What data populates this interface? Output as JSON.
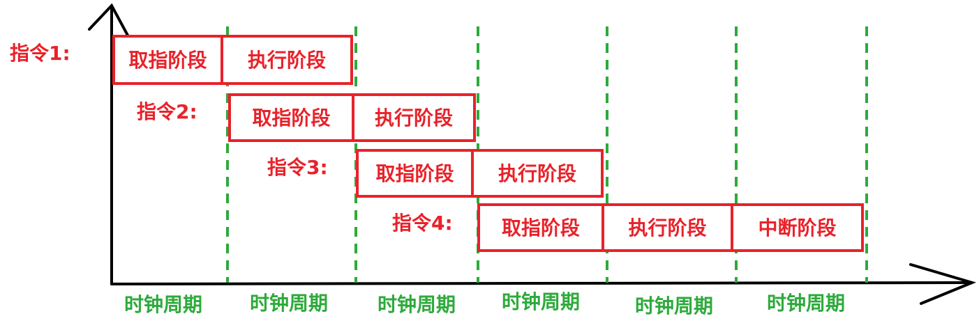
{
  "colors": {
    "stage_red": "#e8222a",
    "clock_green": "#2daa3b",
    "axis": "#000000"
  },
  "instructions": [
    {
      "label": "指令1:",
      "stages": [
        "取指阶段",
        "执行阶段"
      ]
    },
    {
      "label": "指令2:",
      "stages": [
        "取指阶段",
        "执行阶段"
      ]
    },
    {
      "label": "指令3:",
      "stages": [
        "取指阶段",
        "执行阶段"
      ]
    },
    {
      "label": "指令4:",
      "stages": [
        "取指阶段",
        "执行阶段",
        "中断阶段"
      ]
    }
  ],
  "clock_cycles": [
    "时钟周期",
    "时钟周期",
    "时钟周期",
    "时钟周期",
    "时钟周期",
    "时钟周期"
  ]
}
